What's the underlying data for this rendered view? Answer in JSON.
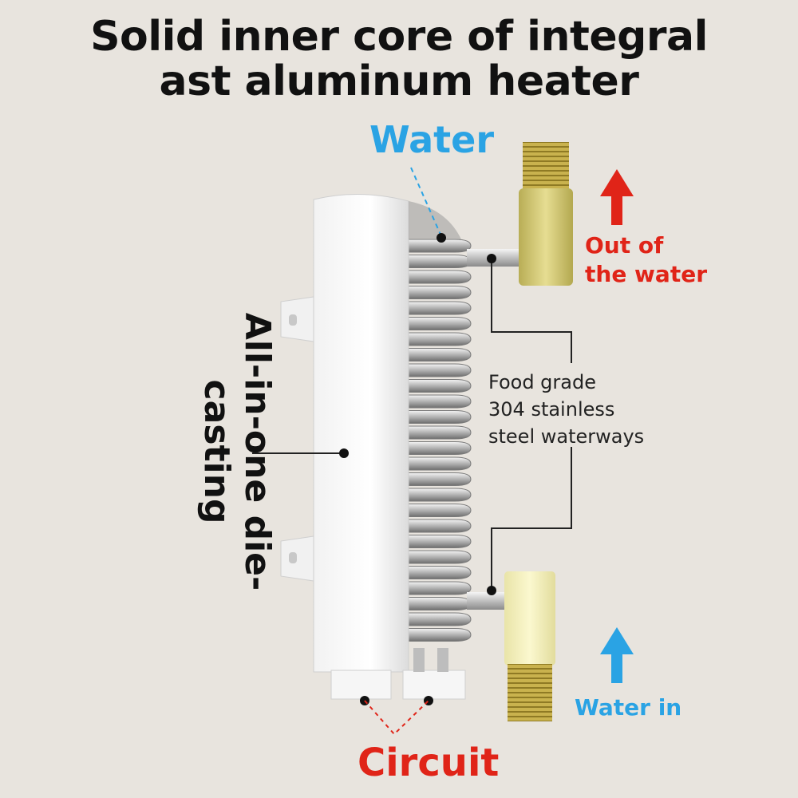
{
  "title": {
    "line1": "Solid inner core of integral",
    "line2": "ast aluminum heater"
  },
  "labels": {
    "water": "Water",
    "out_line1": "Out of",
    "out_line2": "the water",
    "food_line1": "Food grade",
    "food_line2": "304 stainless",
    "food_line3": "steel waterways",
    "water_in": "Water in",
    "circuit": "Circuit",
    "die_casting": "All-in-one die-casting"
  },
  "colors": {
    "background": "#e8e4de",
    "blue": "#2aa3e4",
    "red": "#e02418",
    "brass": "#d9cf7a"
  }
}
